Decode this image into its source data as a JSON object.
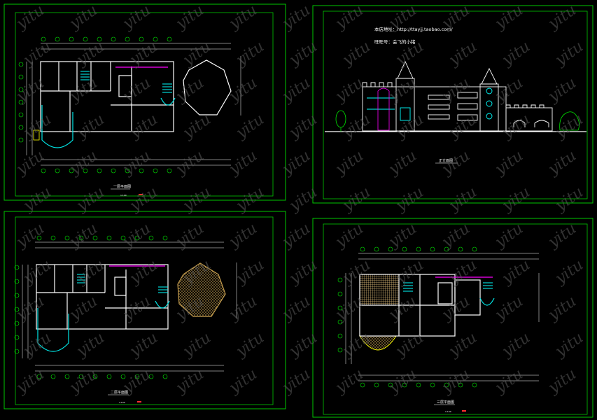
{
  "sheets": [
    {
      "id": "floor-plan-1",
      "title": "一层平面图",
      "scale_note": "1:100"
    },
    {
      "id": "elevation",
      "note_line1": "本店地址：http://ttayjj.taobao.com/",
      "note_line2": "旺旺号：会飞的小猪",
      "title": "正立面图"
    },
    {
      "id": "floor-plan-2",
      "title": "二层平面图",
      "scale_note": "1:100"
    },
    {
      "id": "floor-plan-3",
      "title": "三层平面图",
      "scale_note": "1:100"
    }
  ],
  "watermark": "yitu",
  "colors": {
    "frame": "#00c800",
    "wall": "#ffffff",
    "wall_curve": "#00e6e6",
    "magenta": "#ff00ff",
    "cyan": "#00ffff",
    "yellow": "#ffff00",
    "red": "#ff3030",
    "hatch": "#c8a050"
  }
}
